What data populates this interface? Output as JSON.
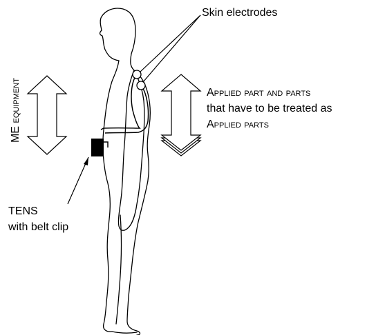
{
  "labels": {
    "skin_electrodes": "Skin electrodes",
    "applied_part_line1": "Applied part and parts",
    "applied_part_line2": "that have to be treated as",
    "applied_part_line3": "Applied parts",
    "me_equipment": "ME equipment",
    "tens_line1": "TENS",
    "tens_line2": "with belt clip"
  },
  "colors": {
    "ink": "#000000",
    "background": "#ffffff"
  }
}
